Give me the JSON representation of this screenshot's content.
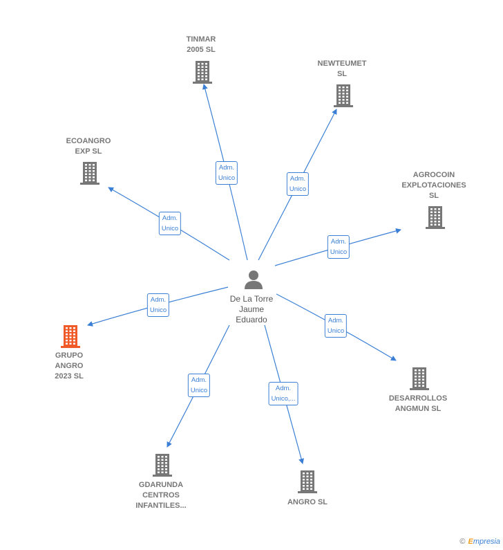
{
  "center": {
    "name": "De La Torre\nJaume\nEduardo",
    "icon": "person-icon"
  },
  "companies": [
    {
      "id": "tinmar",
      "name": "TINMAR\n2005 SL",
      "color": "#777777"
    },
    {
      "id": "newteumet",
      "name": "NEWTEUMET\nSL",
      "color": "#777777"
    },
    {
      "id": "ecoangro",
      "name": "ECOANGRO\nEXP  SL",
      "color": "#777777"
    },
    {
      "id": "agrocoin",
      "name": "AGROCOIN\nEXPLOTACIONES\nSL",
      "color": "#777777"
    },
    {
      "id": "grupo-angro",
      "name": "GRUPO\nANGRO\n2023  SL",
      "color": "#f05a28"
    },
    {
      "id": "desarrollos",
      "name": "DESARROLLOS\nANGMUN  SL",
      "color": "#777777"
    },
    {
      "id": "gdarunda",
      "name": "GDARUNDA\nCENTROS\nINFANTILES...",
      "color": "#777777"
    },
    {
      "id": "angro",
      "name": "ANGRO  SL",
      "color": "#777777"
    }
  ],
  "edges": [
    {
      "target": "tinmar",
      "label": "Adm.\nUnico"
    },
    {
      "target": "newteumet",
      "label": "Adm.\nUnico"
    },
    {
      "target": "ecoangro",
      "label": "Adm.\nUnico"
    },
    {
      "target": "agrocoin",
      "label": "Adm.\nUnico"
    },
    {
      "target": "grupo-angro",
      "label": "Adm.\nUnico"
    },
    {
      "target": "desarrollos",
      "label": "Adm.\nUnico"
    },
    {
      "target": "gdarunda",
      "label": "Adm.\nUnico"
    },
    {
      "target": "angro",
      "label": "Adm.\nUnico,..."
    }
  ],
  "colors": {
    "edge": "#3a7fd5",
    "building": "#777777",
    "highlight": "#f05a28"
  },
  "brand": {
    "copyright": "©",
    "name": "mpresia",
    "initial": "E"
  }
}
